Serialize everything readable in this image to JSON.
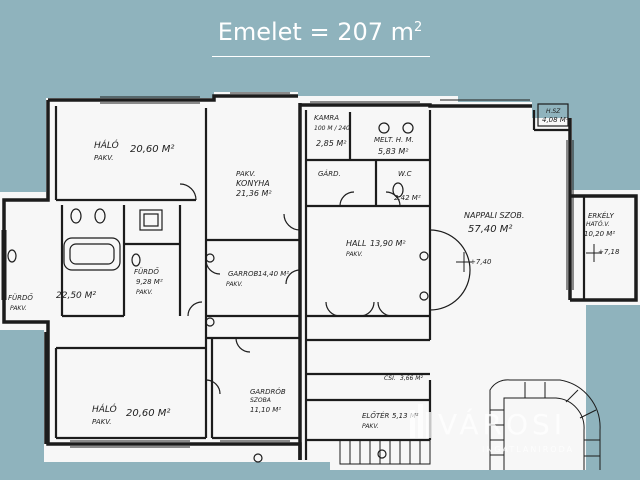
{
  "header": {
    "title_prefix": "Emelet = 207 m",
    "title_sup": "2"
  },
  "rooms": {
    "halo_top": {
      "name": "HÁLÓ",
      "sub": "PAKV.",
      "area": "20,60 M²"
    },
    "konyha": {
      "name": "KONYHA",
      "sub": "PAKV.",
      "area": "21,36 M²"
    },
    "kamra": {
      "name": "KAMRA",
      "dims": "100 M / 240",
      "area": "2,85 M²"
    },
    "melt": {
      "name": "MELT. H. M.",
      "area": "5,83 M²"
    },
    "gard": {
      "name": "GÁRD.",
      "area": ""
    },
    "wc": {
      "name": "W.C",
      "area": "2,42 M²"
    },
    "nappali": {
      "name": "NAPPALI SZOB.",
      "area": "57,40 M²"
    },
    "erkely": {
      "name": "ERKÉLY",
      "sub": "HATÓ.V.",
      "area": "10,20 M²"
    },
    "hall": {
      "name": "HALL",
      "sub": "PAKV.",
      "area": "13,90 M²"
    },
    "garrob_mid": {
      "name": "GARROB",
      "sub": "PAKV.",
      "area": "14,40 M²"
    },
    "furdo_small": {
      "name": "FÜRDŐ",
      "sub": "PAKV.",
      "area": "9,28 M²"
    },
    "furdo_left": {
      "name": "FÜRDŐ",
      "sub": "PAKV.",
      "area": "22,50 M²"
    },
    "halo_bottom": {
      "name": "HÁLÓ",
      "sub": "PAKV.",
      "area": "20,60 M²"
    },
    "gardrob_bottom": {
      "name": "GARDRÓB",
      "sub": "SZOBA",
      "area": "11,10 M²"
    },
    "eloter": {
      "name": "ELŐTÉR",
      "sub": "PAKV.",
      "area": "5,13 M²"
    },
    "csi": {
      "name": "CSI.",
      "area": "3,66 M²"
    },
    "hsz": {
      "name": "H.SZ",
      "area": "4,08 M²"
    }
  },
  "levels": {
    "plus740": "+7,40",
    "plus718": "+7,18"
  },
  "watermark": {
    "brand": "VÁROSI",
    "sub": "INGATLANIRODA"
  },
  "colors": {
    "background": "#8fb3bd",
    "paper": "#f7f7f7",
    "ink": "#1c1c1c"
  }
}
